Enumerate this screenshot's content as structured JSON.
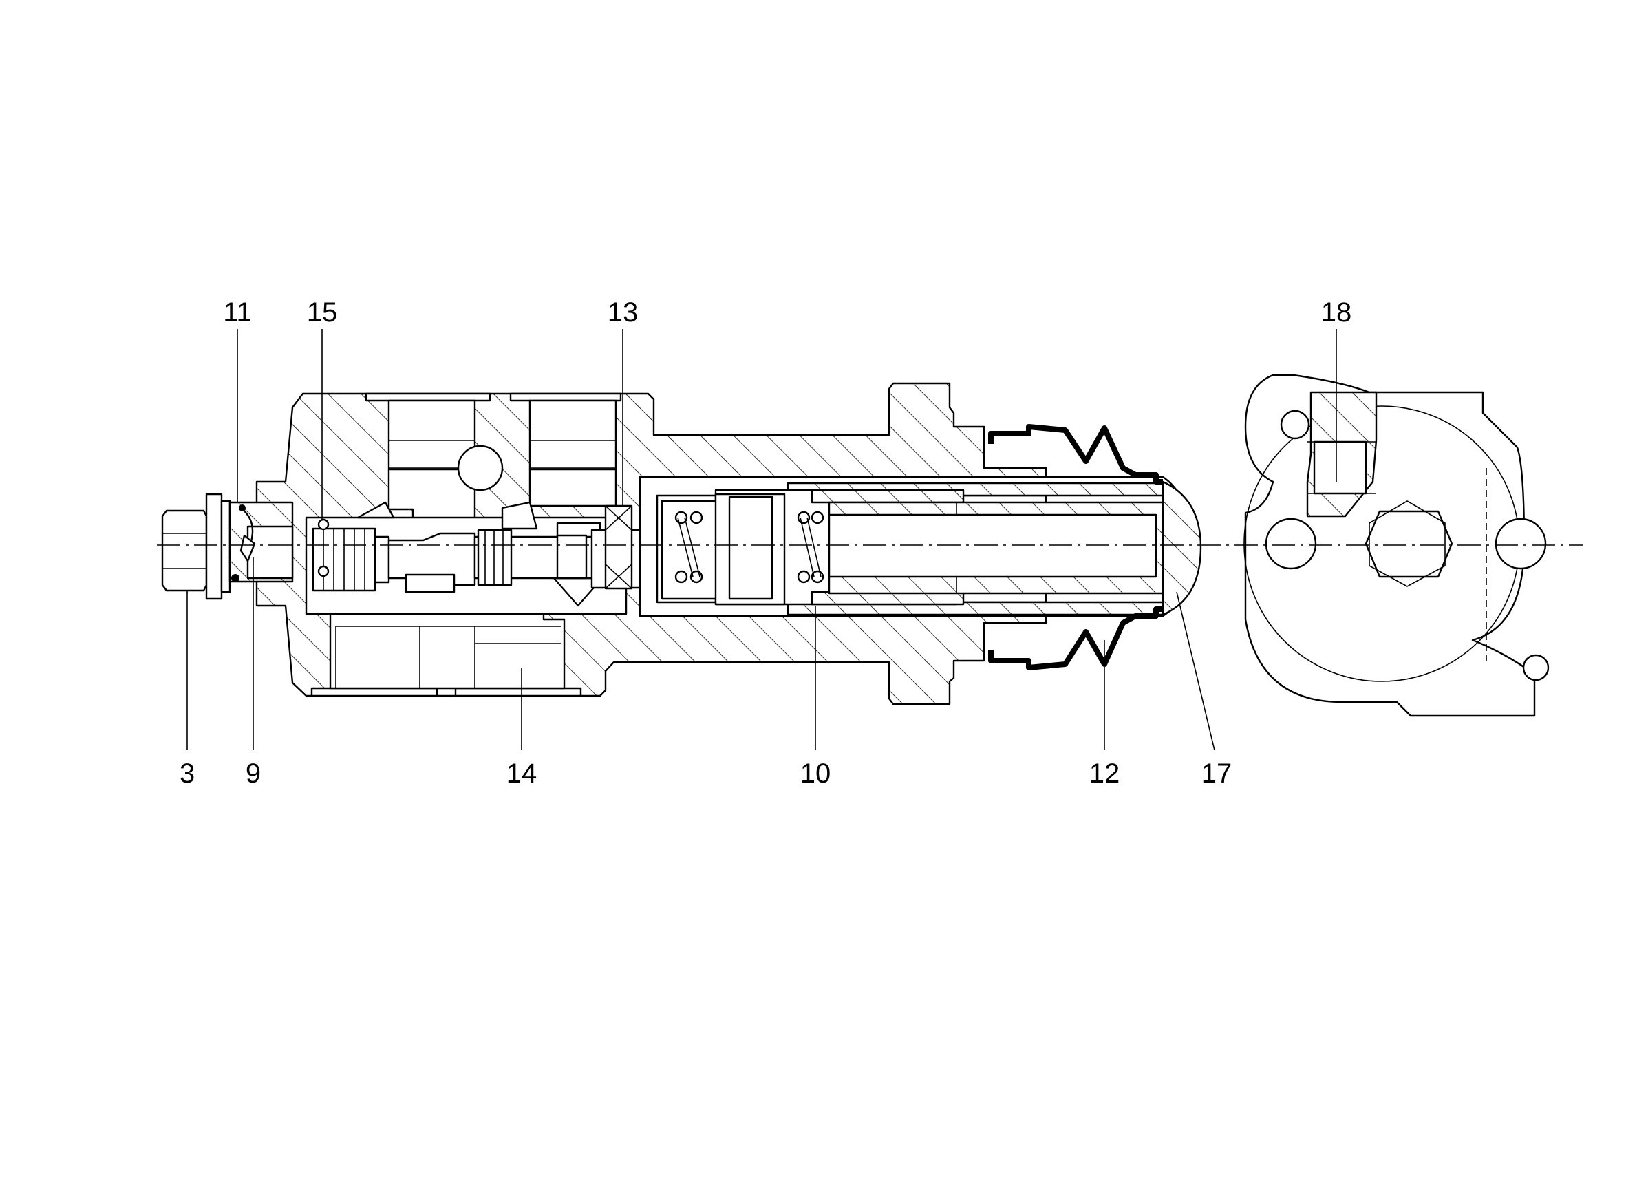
{
  "callouts": {
    "c11": "11",
    "c15": "15",
    "c13": "13",
    "c18": "18",
    "c3": "3",
    "c9": "9",
    "c14": "14",
    "c10": "10",
    "c12": "12",
    "c17": "17"
  }
}
